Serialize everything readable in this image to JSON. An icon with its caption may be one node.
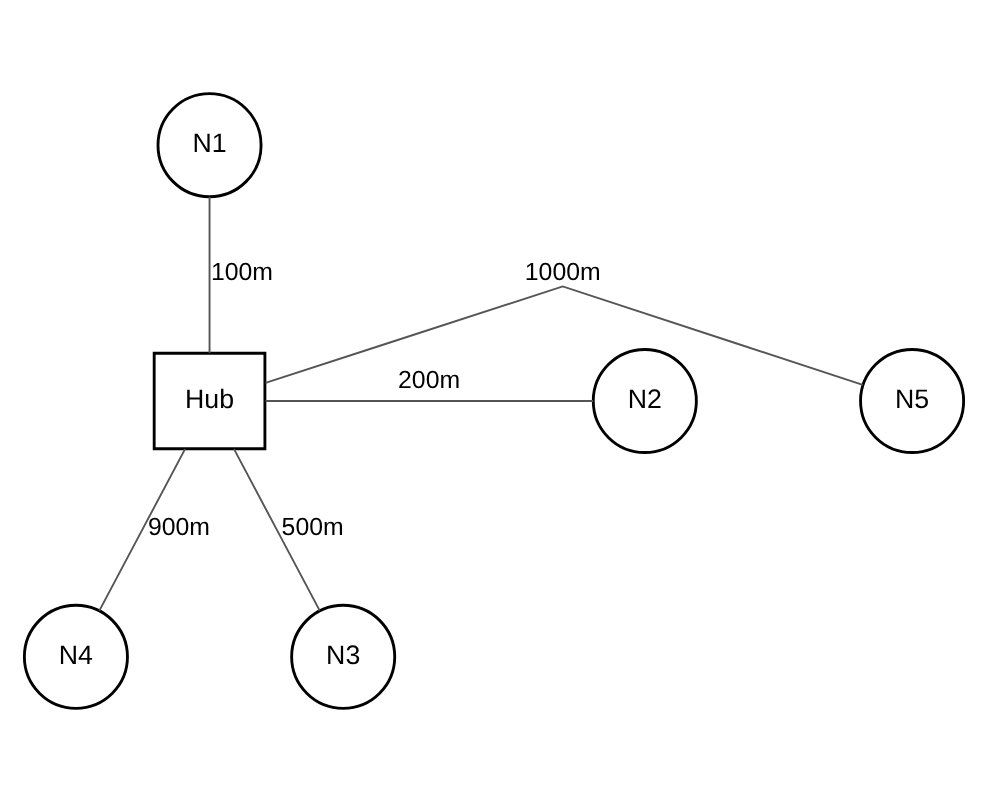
{
  "diagram": {
    "nodes": [
      {
        "text": [
          "N1"
        ]
      },
      {
        "text": [
          "N5"
        ]
      },
      {
        "text": [
          "Hub"
        ]
      },
      {
        "text": [
          "N2"
        ]
      },
      {
        "text": [
          "N4"
        ]
      },
      {
        "text": [
          "N3"
        ]
      }
    ],
    "edges": [
      {
        "from": 2,
        "to": 0,
        "arrow": "none",
        "label": "100m"
      },
      {
        "from": 2,
        "to": 3,
        "arrow": "none",
        "label": "200m"
      },
      {
        "from": 2,
        "to": 5,
        "arrow": "none",
        "label": "500m"
      },
      {
        "from": 2,
        "to": 4,
        "arrow": "none",
        "label": "900m"
      },
      {
        "from": 2,
        "to": 1,
        "arrow": "none",
        "label": "1000m"
      }
    ]
  }
}
